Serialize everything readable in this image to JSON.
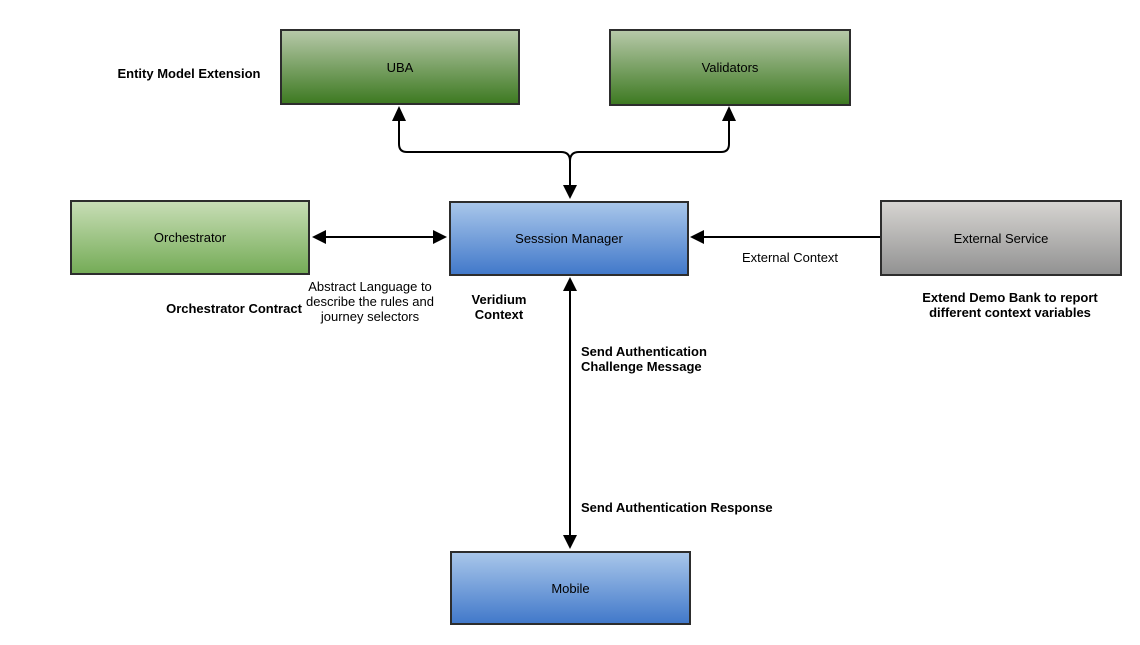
{
  "diagram": {
    "nodes": {
      "uba": {
        "label": "UBA"
      },
      "validators": {
        "label": "Validators"
      },
      "orchestrator": {
        "label": "Orchestrator"
      },
      "session_manager": {
        "label": "Sesssion Manager"
      },
      "external_service": {
        "label": "External Service"
      },
      "mobile": {
        "label": "Mobile"
      }
    },
    "annotations": {
      "entity_model_extension": "Entity Model Extension",
      "abstract_language": "Abstract Language to\ndescribe the rules and\njourney selectors",
      "orchestrator_contract": "Orchestrator Contract",
      "veridium_context": "Veridium\nContext",
      "external_context": "External Context",
      "extend_demo_bank": "Extend Demo Bank to report\ndifferent context variables",
      "send_auth_challenge": "Send Authentication\nChallenge Message",
      "send_auth_response": "Send Authentication Response"
    },
    "colors": {
      "node_border": "#2d2d2d",
      "green_dark_top": "#b6c8a8",
      "green_dark_bottom": "#3e7a22",
      "green_light_top": "#c7ddb5",
      "green_light_bottom": "#75ac57",
      "blue_top": "#a8c6ea",
      "blue_bottom": "#4279ca",
      "gray_top": "#d6d4d1",
      "gray_bottom": "#929292",
      "arrow": "#000000",
      "text": "#000000",
      "background": "#ffffff"
    }
  }
}
